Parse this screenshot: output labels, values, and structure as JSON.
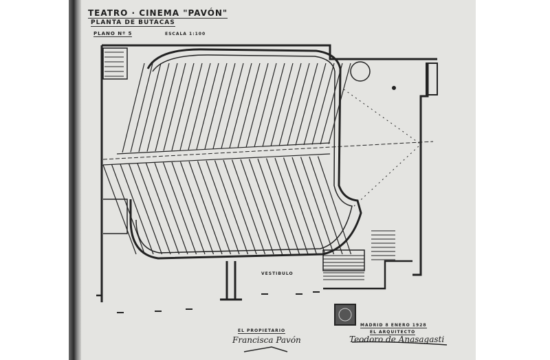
{
  "title_block": {
    "title": "TEATRO · CINEMA \"PAVÓN\"",
    "subtitle": "PLANTA DE BUTACAS",
    "plan_number": "PLANO Nº 5",
    "scale": "ESCALA 1:100"
  },
  "plan_labels": {
    "vestibule": "VESTIBULO"
  },
  "signatures": {
    "owner_label": "EL PROPIETARIO",
    "owner_signature": "Francisca Pavón",
    "date": "MADRID 8 ENERO 1928",
    "architect_label": "EL ARQUITECTO",
    "architect_signature": "Teodoro de Anasagasti"
  },
  "colors": {
    "paper": "#e4e4e1",
    "ink": "#1d1d1d"
  }
}
